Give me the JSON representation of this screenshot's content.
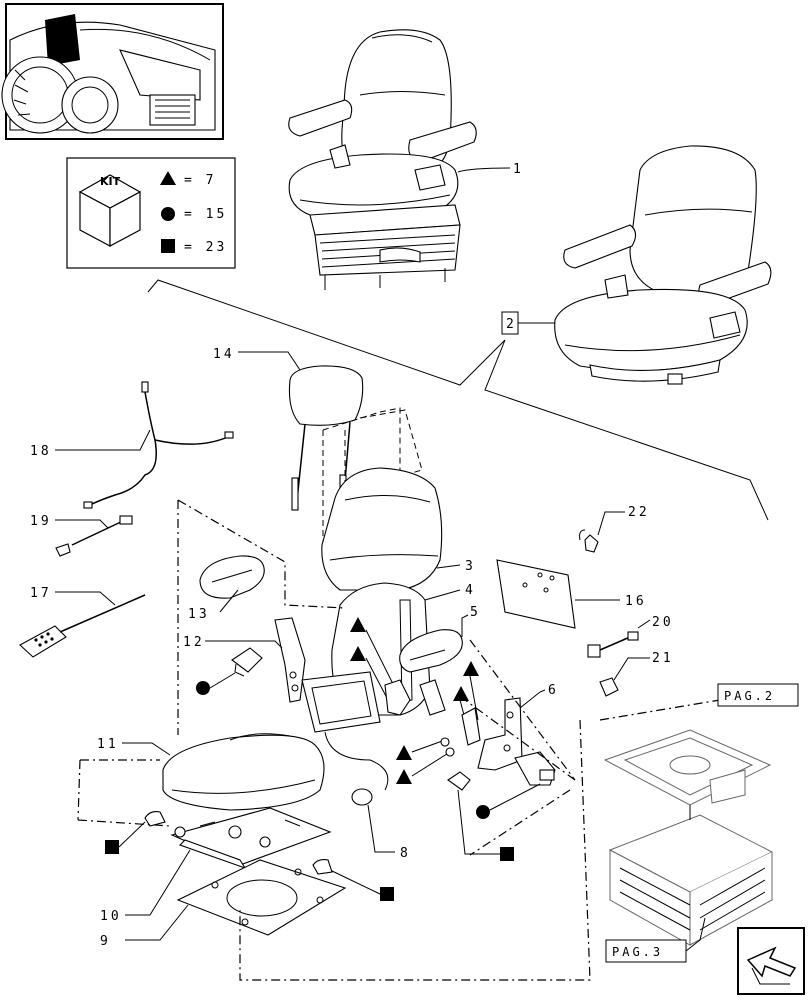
{
  "kit": {
    "title": "KIT",
    "triangle_value": "= 7",
    "circle_value": "= 15",
    "square_value": "= 23"
  },
  "callouts": {
    "c1": "1",
    "c2": "2",
    "c3": "3",
    "c4": "4",
    "c5": "5",
    "c6": "6",
    "c8": "8",
    "c9": "9",
    "c10": "10",
    "c11": "11",
    "c12": "12",
    "c13": "13",
    "c14": "14",
    "c16": "16",
    "c17": "17",
    "c18": "18",
    "c19": "19",
    "c20": "20",
    "c21": "21",
    "c22": "22"
  },
  "page_refs": {
    "pag2": "PAG.2",
    "pag3": "PAG.3"
  },
  "icons": {
    "kit_box": "cube-icon",
    "triangle": "triangle-marker-icon",
    "circle": "circle-marker-icon",
    "square": "square-marker-icon",
    "nav": "next-page-arrow-icon"
  }
}
